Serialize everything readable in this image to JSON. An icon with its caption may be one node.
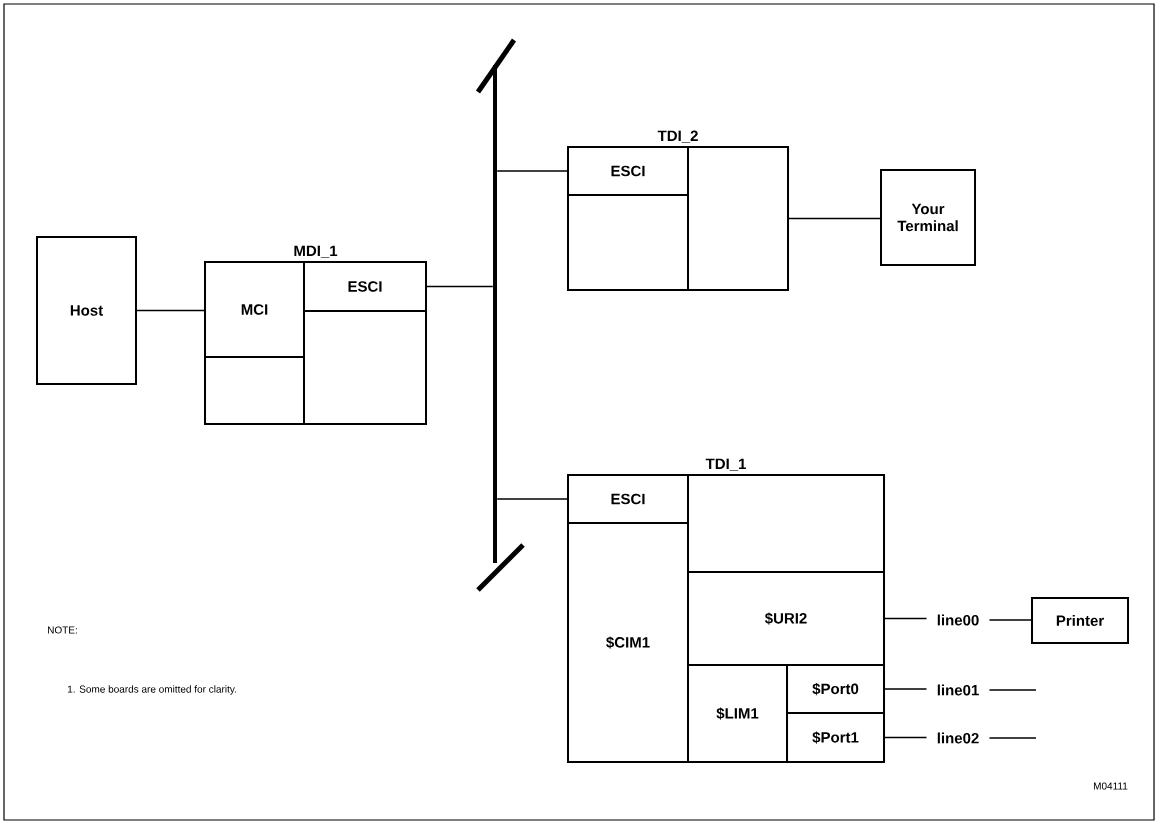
{
  "diagram": {
    "nodes": [
      {
        "text": [
          "Host"
        ]
      },
      {
        "text": [
          "MDI_1"
        ]
      },
      {
        "text": [
          "MCI"
        ],
        "in": 1
      },
      {
        "text": [
          "ESCI"
        ],
        "in": 1
      },
      {
        "text": [],
        "shape": "box",
        "in": 1
      },
      {
        "text": [],
        "shape": "box",
        "in": 1
      },
      {
        "text": [],
        "shape": "bar"
      },
      {
        "text": [
          "TDI_2"
        ]
      },
      {
        "text": [
          "ESCI"
        ],
        "in": 7
      },
      {
        "text": [],
        "shape": "box",
        "in": 7
      },
      {
        "text": [],
        "shape": "box",
        "in": 7
      },
      {
        "text": [
          "Your Terminal"
        ]
      },
      {
        "text": [
          "TDI_1"
        ]
      },
      {
        "text": [
          "ESCI"
        ],
        "in": 12
      },
      {
        "text": [
          "$CIM1"
        ],
        "in": 12
      },
      {
        "text": [],
        "shape": "box",
        "in": 12
      },
      {
        "text": [
          "$URI2"
        ],
        "in": 12
      },
      {
        "text": [
          "$LIM1"
        ],
        "in": 12
      },
      {
        "text": [
          "$Port0"
        ],
        "in": 12
      },
      {
        "text": [
          "$Port1"
        ],
        "in": 12
      },
      {
        "text": [
          "line00"
        ]
      },
      {
        "text": [
          "Printer"
        ]
      },
      {
        "text": [
          "line01"
        ]
      },
      {
        "text": [
          "line02"
        ]
      }
    ],
    "edges": [
      {
        "from": 0,
        "to": 2,
        "arrow": "none"
      },
      {
        "from": 3,
        "to": 6,
        "arrow": "none"
      },
      {
        "from": 6,
        "to": 8,
        "arrow": "none"
      },
      {
        "from": 10,
        "to": 11,
        "arrow": "none"
      },
      {
        "from": 6,
        "to": 13,
        "arrow": "none"
      },
      {
        "from": 16,
        "to": 20,
        "arrow": "none"
      },
      {
        "from": 20,
        "to": 21,
        "arrow": "none"
      },
      {
        "from": 18,
        "to": 22,
        "arrow": "none"
      },
      {
        "from": 22,
        "to": null,
        "arrow": "none"
      },
      {
        "from": 19,
        "to": 23,
        "arrow": "none"
      },
      {
        "from": 23,
        "to": null,
        "arrow": "none"
      }
    ],
    "labels": [
      "NOTE:",
      "1. Some boards are omitted for clarity.",
      "M04111"
    ]
  }
}
